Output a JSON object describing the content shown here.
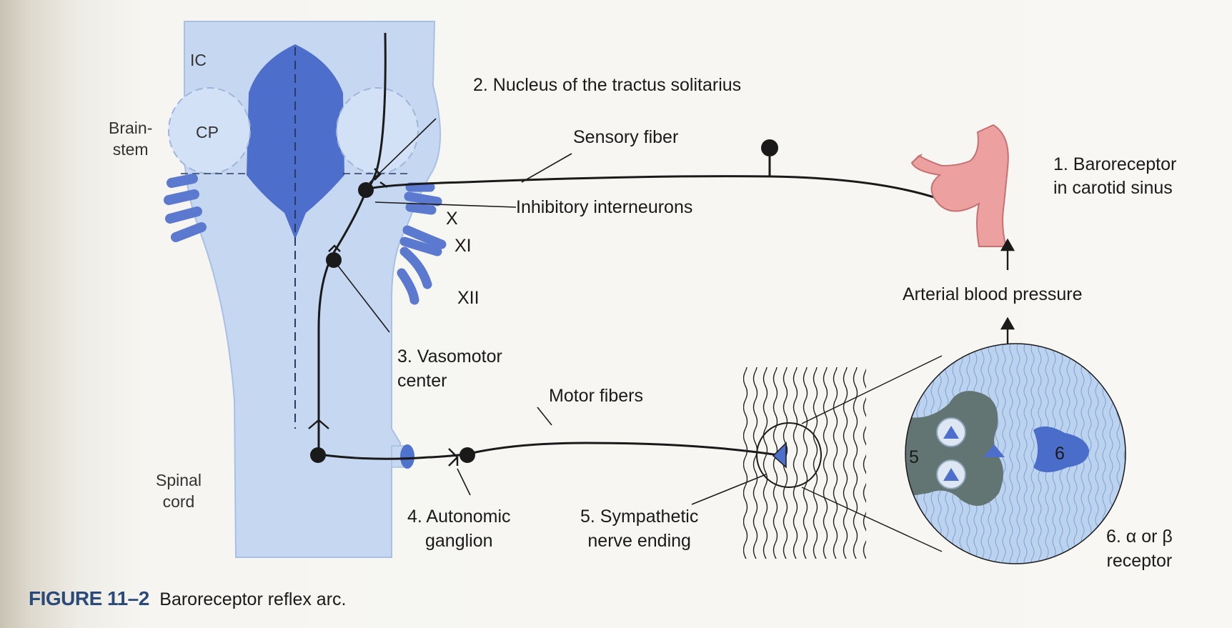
{
  "labels": {
    "ic": "IC",
    "cp": "CP",
    "brainstem": "Brain-\nstem",
    "spinal_cord": "Spinal\ncord",
    "x": "X",
    "xi": "XI",
    "xii": "XII",
    "num_5": "5",
    "num_6": "6"
  },
  "callouts": {
    "nucleus": "2. Nucleus of the tractus solitarius",
    "sensory_fiber": "Sensory fiber",
    "inhibitory_interneurons": "Inhibitory interneurons",
    "baroreceptor": "1. Baroreceptor\nin carotid sinus",
    "arterial_bp": "Arterial blood pressure",
    "vasomotor": "3. Vasomotor\ncenter",
    "motor_fibers": "Motor fibers",
    "autonomic_ganglion": "4. Autonomic\nganglion",
    "sympathetic_ending": "5. Sympathetic\nnerve ending",
    "receptor": "6. α or β\nreceptor"
  },
  "caption": {
    "number": "FIGURE 11–2",
    "text": "Baroreceptor reflex arc."
  },
  "colors": {
    "brainstem_fill": "#c8daf2",
    "brainstem_dark": "#4a6fc9",
    "nerve_root": "#5a79cf",
    "artery": "#e89a9a",
    "receptor_gray": "#5f7370",
    "line": "#1a1a1a"
  }
}
